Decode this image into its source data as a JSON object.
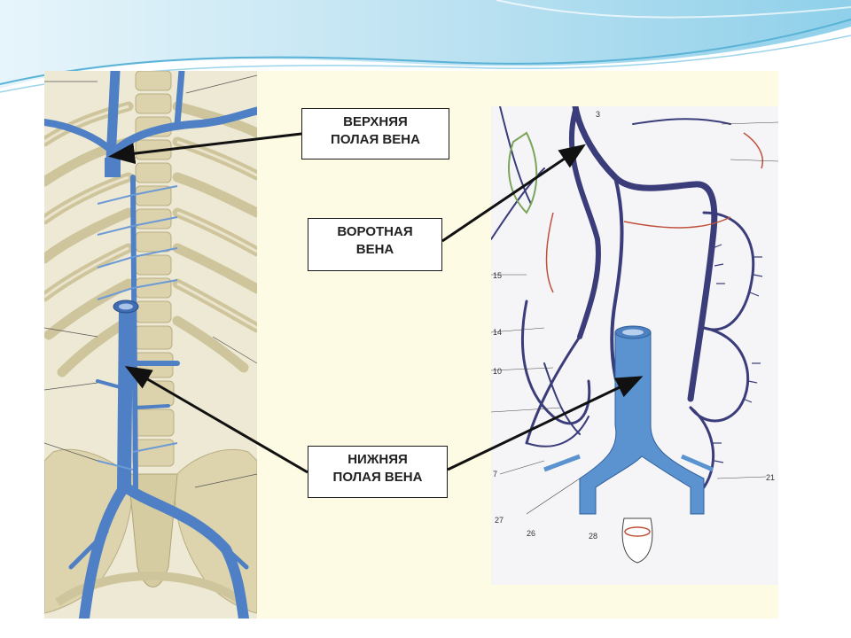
{
  "labels": {
    "superior_vena_cava": [
      "ВЕРХНЯЯ",
      "ПОЛАЯ ВЕНА"
    ],
    "portal_vein": [
      "ВОРОТНАЯ",
      "ВЕНА"
    ],
    "inferior_vena_cava": [
      "НИЖНЯЯ",
      "ПОЛАЯ ВЕНА"
    ]
  },
  "right_numbers": [
    "3",
    "15",
    "14",
    "10",
    "7",
    "27",
    "26",
    "28",
    "21"
  ],
  "colors": {
    "vein_blue": "#4f7fc4",
    "vein_dark": "#3b3d7a",
    "bone": "#d8cfa9",
    "panel": "#fdfbe3",
    "header_wave": "#7ec8e3"
  }
}
